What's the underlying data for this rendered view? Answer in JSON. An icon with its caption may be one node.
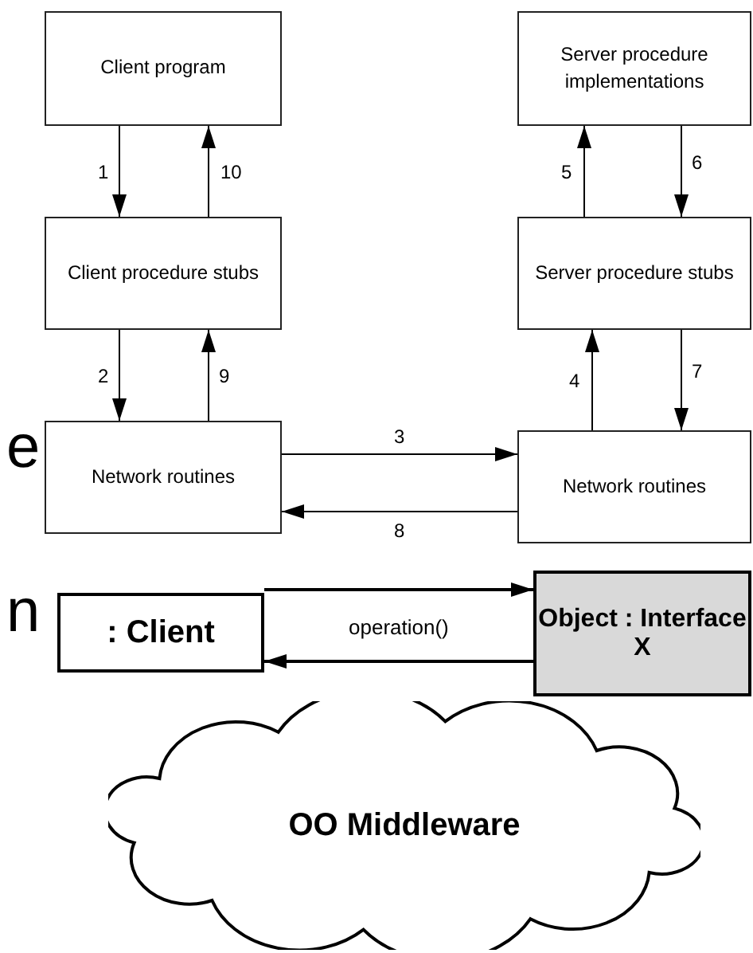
{
  "diagram": {
    "nodes": [
      {
        "text": [
          "Client program"
        ]
      },
      {
        "text": [
          "Client procedure stubs"
        ]
      },
      {
        "text": [
          "Network routines"
        ]
      },
      {
        "text": [
          "Server procedure implementations"
        ]
      },
      {
        "text": [
          "Server procedure stubs"
        ]
      },
      {
        "text": [
          "Network routines"
        ]
      },
      {
        "text": [
          ": Client"
        ]
      },
      {
        "text": [
          "Object : Interface X"
        ]
      },
      {
        "text": [
          "OO Middleware"
        ]
      }
    ],
    "edges": [
      {
        "from": 0,
        "to": 1,
        "arrow": "to",
        "label": "1"
      },
      {
        "from": 1,
        "to": 2,
        "arrow": "to",
        "label": "2"
      },
      {
        "from": 2,
        "to": 5,
        "arrow": "to",
        "label": "3"
      },
      {
        "from": 5,
        "to": 4,
        "arrow": "to",
        "label": "4"
      },
      {
        "from": 4,
        "to": 3,
        "arrow": "to",
        "label": "5"
      },
      {
        "from": 3,
        "to": 4,
        "arrow": "to",
        "label": "6"
      },
      {
        "from": 4,
        "to": 5,
        "arrow": "to",
        "label": "7"
      },
      {
        "from": 5,
        "to": 2,
        "arrow": "to",
        "label": "8"
      },
      {
        "from": 2,
        "to": 1,
        "arrow": "to",
        "label": "9"
      },
      {
        "from": 1,
        "to": 0,
        "arrow": "to",
        "label": "10"
      },
      {
        "from": 6,
        "to": 7,
        "arrow": "to",
        "label": "operation()"
      },
      {
        "from": 7,
        "to": 6,
        "arrow": "to"
      }
    ],
    "labels": [
      "e",
      "n"
    ]
  }
}
